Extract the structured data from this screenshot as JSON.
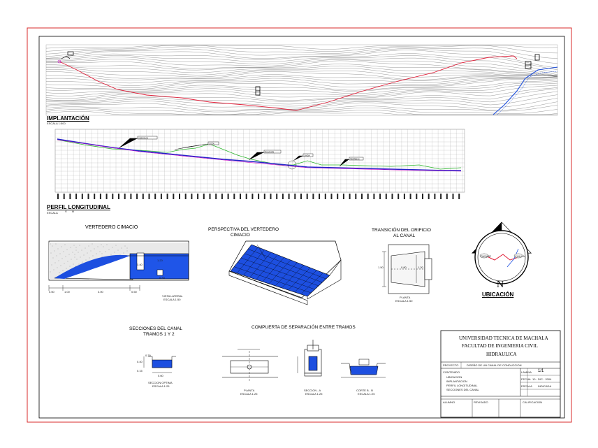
{
  "plan": {
    "implantacion_title": "IMPLANTACIÓN",
    "implantacion_scale": "ESCALA 1:500"
  },
  "profile": {
    "title": "PERFIL LONGITUDINAL",
    "scale": "ESCALA",
    "scale_v": "V",
    "scale_h": "H"
  },
  "vertedero": {
    "title": "VERTEDERO CIMACIO",
    "dims": [
      "0.50",
      "1.00",
      "3.00",
      "0.50",
      "1.20",
      "0.40",
      "0.30"
    ],
    "caption": "VISTA LATERAL",
    "caption_scale": "ESCALA 1:50"
  },
  "perspectiva": {
    "title_line1": "PERSPECTIVA DEL VERTEDERO",
    "title_line2": "CIMACIO"
  },
  "transicion": {
    "title_line1": "TRANSICIÓN DEL ORIFICIO",
    "title_line2": "AL CANAL",
    "dims": [
      "1.50",
      "0.80",
      "1.20"
    ],
    "caption": "PLANTA",
    "caption_scale": "ESCALA 1:50"
  },
  "ubicacion": {
    "north": "N",
    "title": "UBICACIÓN",
    "labels": [
      "PASAJE",
      "CHILLA"
    ]
  },
  "secciones": {
    "title_line1": "SECCIONES DEL CANAL",
    "title_line2": "TRAMOS 1 Y 2",
    "dims": [
      "0.30",
      "0.40",
      "0.60",
      "0.15"
    ],
    "caption": "SECCION OPTIMA",
    "caption_scale": "ESCALA 1:25"
  },
  "compuerta": {
    "title": "COMPUERTA DE SEPARACIÓN ENTRE TRAMOS",
    "views": [
      {
        "caption": "PLANTA",
        "scale": "ESCALA 1:25"
      },
      {
        "caption": "SECCION - A",
        "scale": "ESCALA 1:25"
      },
      {
        "caption": "CORTE B - B",
        "scale": "ESCALA 1:25"
      }
    ]
  },
  "title_block": {
    "university": "UNIVERSIDAD TECNICA DE MACHALA",
    "faculty": "FACULTAD DE INGENIERIA CIVIL",
    "subject": "HIDRAULICA",
    "proyecto_label": "PROYECTO",
    "proyecto_value": "DISEÑO DE UN CANAL DE CONDUCCION",
    "contenido_label": "CONTENIDO",
    "contenido_items": [
      "UBICACION",
      "IMPLANTACION",
      "PERFIL LONGITUDINAL",
      "SECCIONES DEL CANAL"
    ],
    "lamina_label": "LAMINA",
    "lamina_value": "1/1",
    "fecha_label": "FECHA",
    "fecha_value": "10 - DIC - 2004",
    "escala_label": "ESCALA",
    "escala_value": "INDICADA",
    "alumno_label": "ALUMNO",
    "revisado_label": "REVISADO",
    "calificacion_label": "CALIFICACION"
  },
  "colors": {
    "frame": "#d92b2b",
    "canal_line": "#e0203a",
    "terrain_green": "#2bb52b",
    "profile_blue": "#2323c8",
    "water_blue": "#1d4fe0",
    "magenta": "#c800c8"
  }
}
